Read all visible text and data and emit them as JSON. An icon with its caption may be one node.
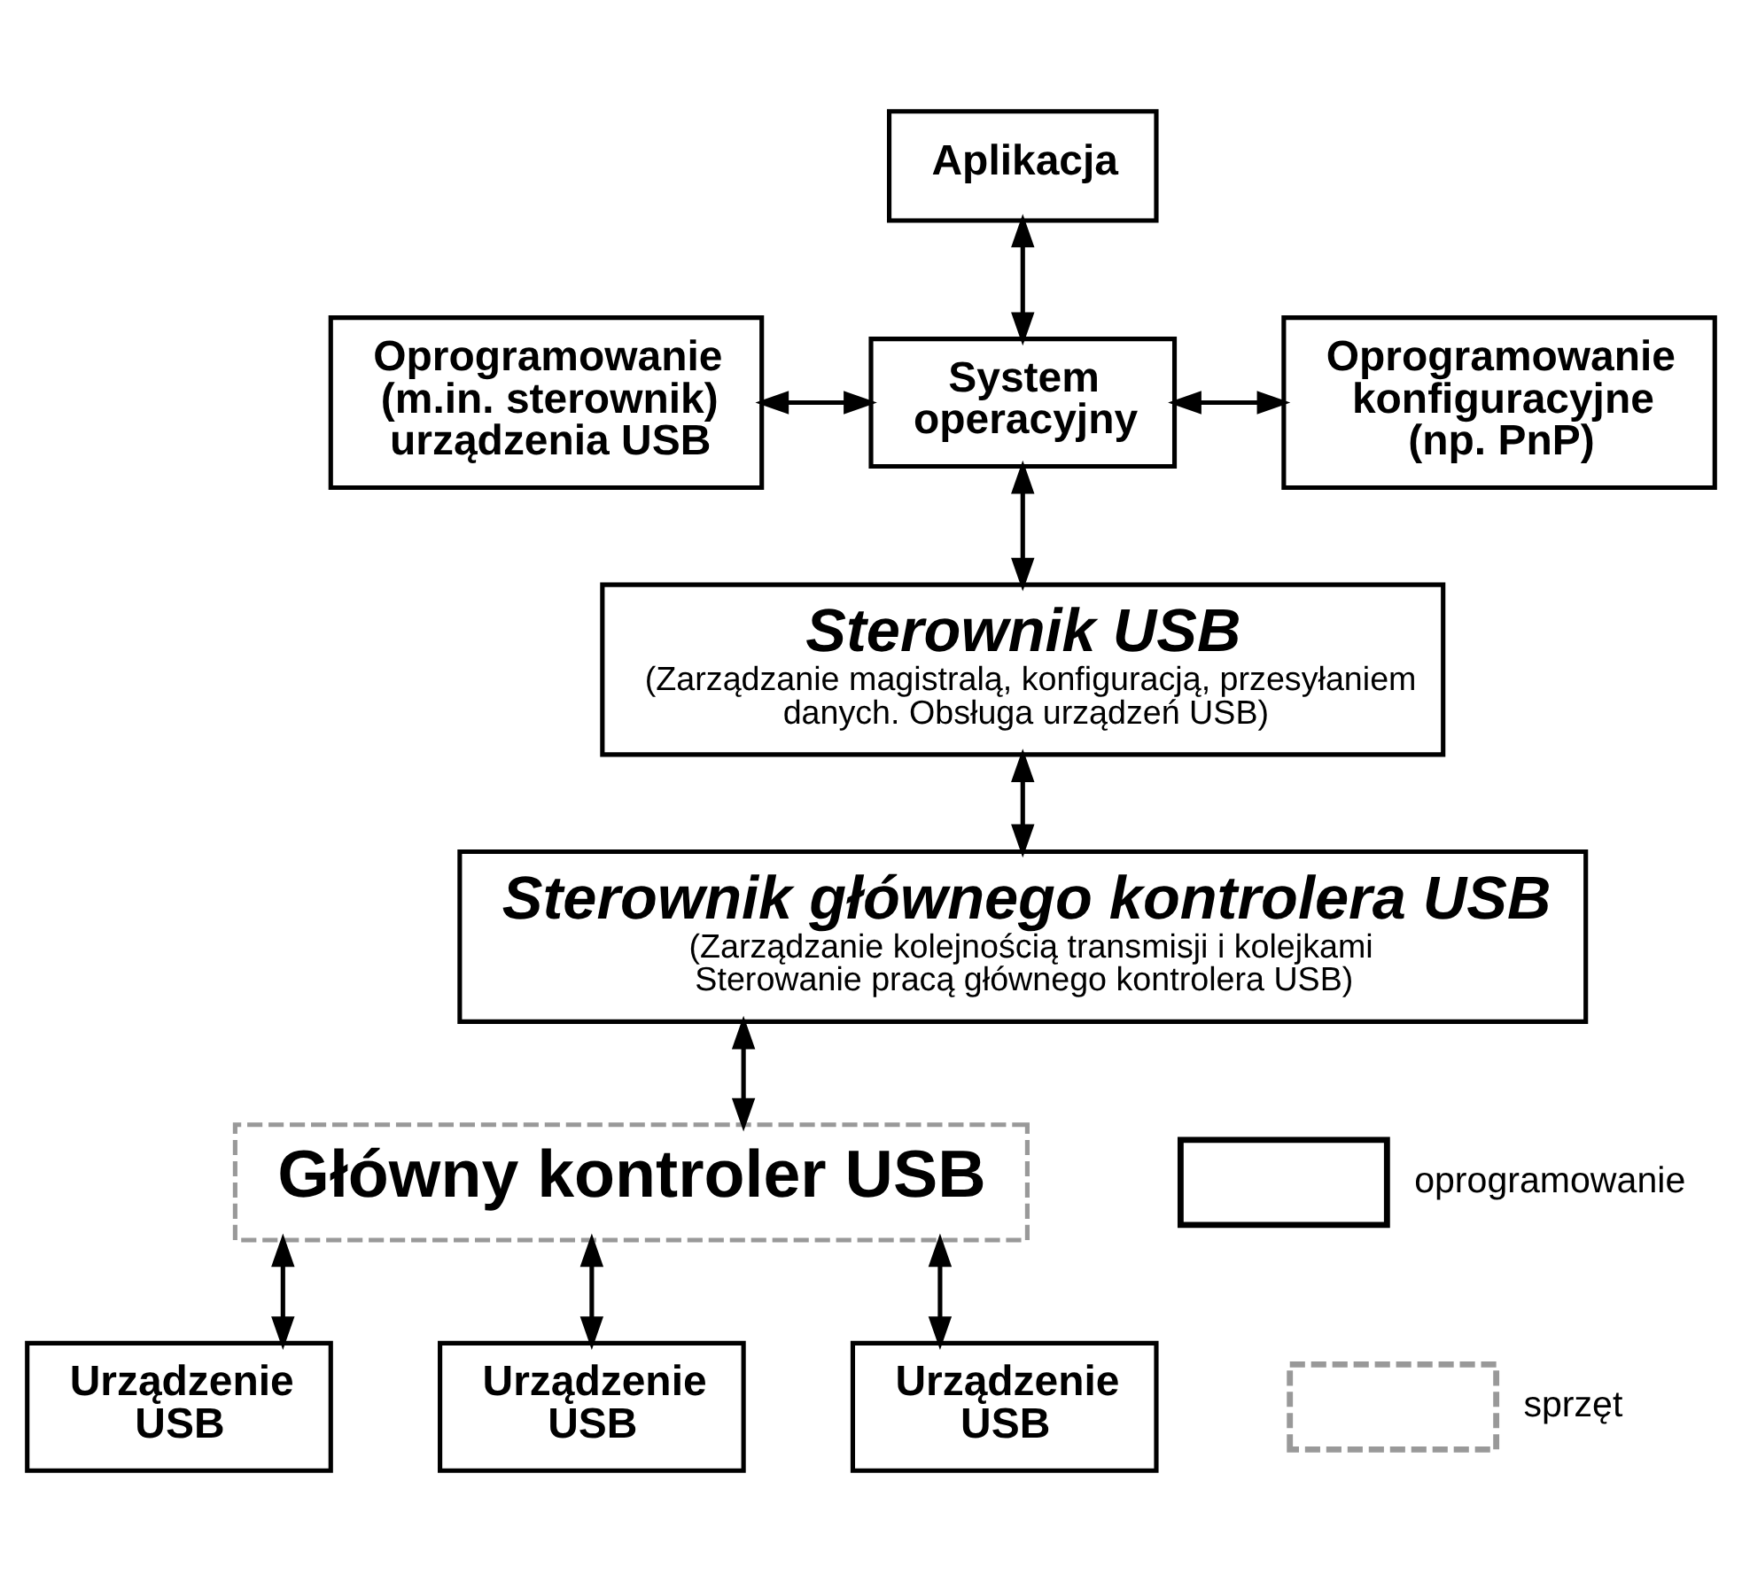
{
  "diagram": {
    "nodes": [
      {
        "text": [
          "Aplikacja"
        ]
      },
      {
        "text": [
          "Oprogramowanie (m.in. sterownik) urządzenia USB"
        ]
      },
      {
        "text": [
          "System operacyjny"
        ]
      },
      {
        "text": [
          "Oprogramowanie konfiguracyjne (np. PnP)"
        ]
      },
      {
        "text": [
          "Sterownik USB",
          "(Zarządzanie magistralą, konfiguracją, przesyłaniem danych. Obsługa urządzeń USB)"
        ]
      },
      {
        "text": [
          "Sterownik głównego kontrolera USB",
          "(Zarządzanie kolejnością transmisji i kolejkami Sterowanie pracą głównego kontrolera USB)"
        ]
      },
      {
        "text": [
          "Główny kontroler USB"
        ]
      },
      {
        "text": [
          "Urządzenie USB"
        ]
      },
      {
        "text": [
          "Urządzenie USB"
        ]
      },
      {
        "text": [
          "Urządzenie USB"
        ]
      }
    ],
    "edges": [
      {
        "from": 0,
        "to": 2,
        "arrow": "both"
      },
      {
        "from": 1,
        "to": 2,
        "arrow": "both"
      },
      {
        "from": 2,
        "to": 3,
        "arrow": "both"
      },
      {
        "from": 2,
        "to": 4,
        "arrow": "both"
      },
      {
        "from": 4,
        "to": 5,
        "arrow": "both"
      },
      {
        "from": 5,
        "to": 6,
        "arrow": "both"
      },
      {
        "from": 6,
        "to": 7,
        "arrow": "both"
      },
      {
        "from": 6,
        "to": 8,
        "arrow": "both"
      },
      {
        "from": 6,
        "to": 9,
        "arrow": "both"
      }
    ],
    "legend": [
      {
        "text": "oprogramowanie"
      },
      {
        "text": "sprzęt"
      }
    ]
  }
}
